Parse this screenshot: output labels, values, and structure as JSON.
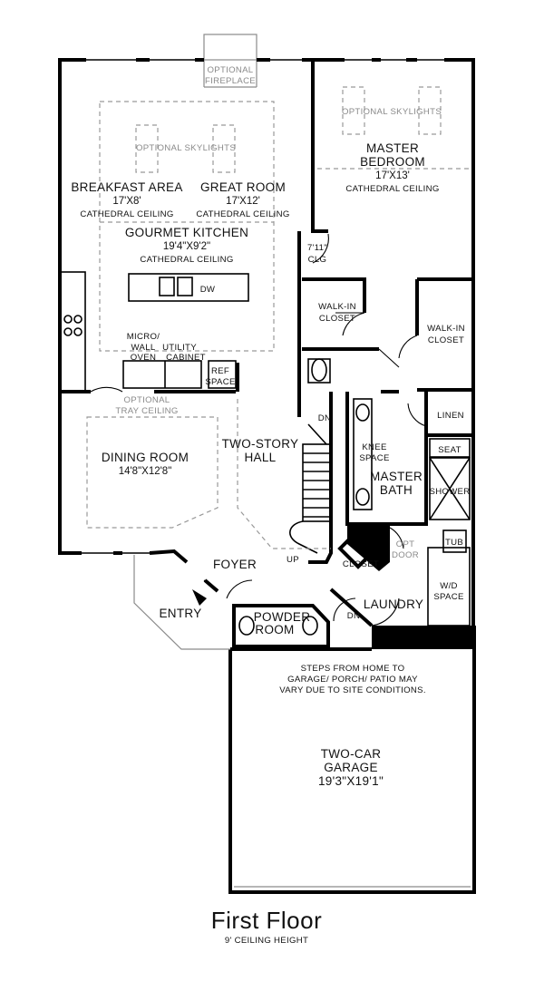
{
  "floor": {
    "title": "First Floor",
    "subtitle": "9' CEILING HEIGHT"
  },
  "rooms": {
    "breakfast": {
      "name": "BREAKFAST AREA",
      "dims": "17'X8'",
      "ceiling": "CATHEDRAL CEILING"
    },
    "great_room": {
      "name": "GREAT ROOM",
      "dims": "17'X12'",
      "ceiling": "CATHEDRAL CEILING"
    },
    "kitchen": {
      "name": "GOURMET KITCHEN",
      "dims": "19'4\"X9'2\"",
      "ceiling": "CATHEDRAL CEILING"
    },
    "master_bedroom": {
      "name1": "MASTER",
      "name2": "BEDROOM",
      "dims": "17'X13'",
      "ceiling": "CATHEDRAL CEILING"
    },
    "dining": {
      "name": "DINING ROOM",
      "dims": "14'8\"X12'8\""
    },
    "hall": {
      "name1": "TWO-STORY",
      "name2": "HALL"
    },
    "foyer": {
      "name": "FOYER"
    },
    "entry": {
      "name": "ENTRY"
    },
    "powder": {
      "name1": "POWDER",
      "name2": "ROOM"
    },
    "laundry": {
      "name": "LAUNDRY"
    },
    "master_bath": {
      "name1": "MASTER",
      "name2": "BATH"
    },
    "garage": {
      "name1": "TWO-CAR",
      "name2": "GARAGE",
      "dims": "19'3\"X19'1\""
    }
  },
  "labels": {
    "optional_fireplace_1": "OPTIONAL",
    "optional_fireplace_2": "FIREPLACE",
    "optional_skylights": "OPTIONAL SKYLIGHTS",
    "optional_skylights_master": "OPTIONAL SKYLIGHTS",
    "optional_tray_1": "OPTIONAL",
    "optional_tray_2": "TRAY CEILING",
    "clg_1": "7'11\"",
    "clg_2": "CLG",
    "walkin_1a": "WALK-IN",
    "walkin_1b": "CLOSET",
    "walkin_2a": "WALK-IN",
    "walkin_2b": "CLOSET",
    "linen": "LINEN",
    "seat": "SEAT",
    "shower": "SHOWER",
    "knee_1": "KNEE",
    "knee_2": "SPACE",
    "dw": "DW",
    "micro_1": "MICRO/",
    "micro_2": "WALL",
    "micro_3": "OVEN",
    "utility_1": "UTILITY",
    "utility_2": "CABINET",
    "ref_1": "REF",
    "ref_2": "SPACE",
    "dn_hall": "DN",
    "up": "UP",
    "closet": "CLOSET",
    "opt_door_1": "OPT",
    "opt_door_2": "DOOR",
    "tub": "TUB",
    "wd_1": "W/D",
    "wd_2": "SPACE",
    "dn_laundry": "DN",
    "steps_1": "STEPS FROM HOME TO",
    "steps_2": "GARAGE/ PORCH/ PATIO MAY",
    "steps_3": "VARY DUE TO SITE CONDITIONS."
  }
}
